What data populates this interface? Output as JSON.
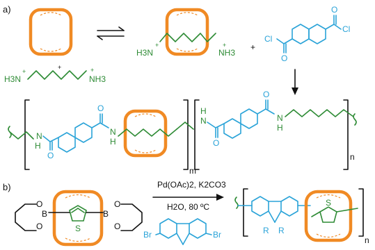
{
  "labels": {
    "part_a": "a)",
    "part_b": "b)"
  },
  "reagent_diamine": {
    "ammonium_left": "H3N",
    "ammonium_right": "NH3",
    "charge": "+"
  },
  "pseudorotaxane": {
    "ammonium_left": "H3N",
    "ammonium_right": "NH3",
    "charge": "+"
  },
  "acid_chloride": {
    "cl_left": "Cl",
    "cl_right": "Cl",
    "oxygen": "O"
  },
  "plus_sign": "+",
  "polyamide": {
    "nh": "H",
    "n": "N",
    "oxygen": "O",
    "sub_m": "m",
    "sub_n": "n"
  },
  "suzuki": {
    "conditions_line1": "Pd(OAc)2, K2CO3",
    "conditions_line2": "H2O, 80 ºC",
    "boron": "B",
    "oxygen": "O",
    "sulfur": "S",
    "bromine": "Br",
    "alkyl": "R",
    "sub_n": "n"
  },
  "colors": {
    "ring": "#f08a24",
    "chain": "#2e8b35",
    "naphthalene": "#2aa3d8",
    "text": "#111111"
  }
}
